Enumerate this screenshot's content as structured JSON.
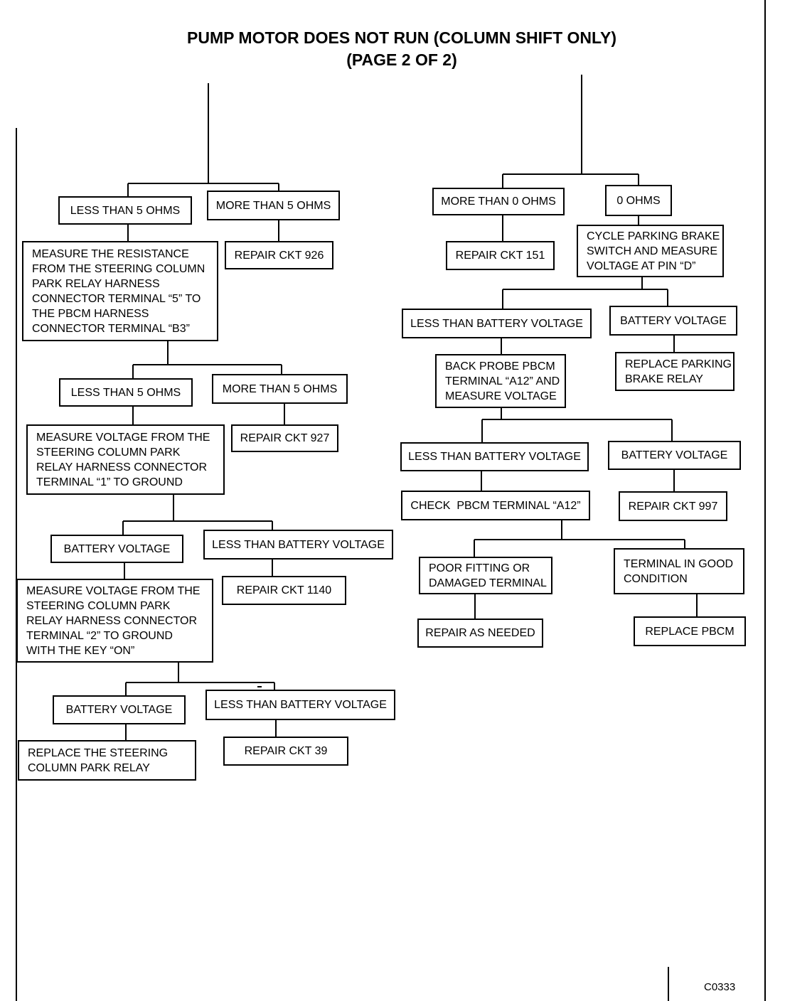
{
  "title": {
    "line1": "PUMP MOTOR DOES NOT RUN (COLUMN SHIFT ONLY)",
    "line2": "(PAGE 2 OF 2)"
  },
  "left": {
    "r1_less": "LESS THAN 5 OHMS",
    "r1_more": "MORE THAN 5 OHMS",
    "measure_res": "MEASURE THE RESISTANCE\nFROM THE STEERING COLUMN\nPARK RELAY HARNESS\nCONNECTOR TERMINAL “5” TO\nTHE PBCM HARNESS\nCONNECTOR TERMINAL “B3”",
    "repair_926": "REPAIR CKT 926",
    "r2_less": "LESS THAN 5 OHMS",
    "r2_more": "MORE THAN 5 OHMS",
    "measure_v1": "MEASURE VOLTAGE FROM THE\nSTEERING COLUMN PARK\nRELAY HARNESS CONNECTOR\nTERMINAL “1” TO GROUND",
    "repair_927": "REPAIR CKT 927",
    "v1_batt": "BATTERY VOLTAGE",
    "v1_less": "LESS THAN BATTERY VOLTAGE",
    "measure_v2": "MEASURE VOLTAGE FROM THE\nSTEERING COLUMN PARK\nRELAY HARNESS CONNECTOR\nTERMINAL “2” TO GROUND\nWITH THE KEY “ON”",
    "repair_1140": "REPAIR CKT 1140",
    "v2_batt": "BATTERY VOLTAGE",
    "v2_less": "LESS THAN BATTERY VOLTAGE",
    "replace_relay": "REPLACE THE STEERING\nCOLUMN PARK RELAY",
    "repair_39": "REPAIR CKT 39"
  },
  "right": {
    "more_0": "MORE THAN 0 OHMS",
    "zero": "0 OHMS",
    "repair_151": "REPAIR CKT 151",
    "cycle": "CYCLE PARKING BRAKE\nSWITCH AND MEASURE\nVOLTAGE AT PIN “D”",
    "c_less": "LESS THAN BATTERY VOLTAGE",
    "c_batt": "BATTERY VOLTAGE",
    "back_probe": "BACK PROBE PBCM\nTERMINAL “A12” AND\nMEASURE VOLTAGE",
    "replace_brake": "REPLACE PARKING\nBRAKE RELAY",
    "b_less": "LESS THAN BATTERY VOLTAGE",
    "b_batt": "BATTERY VOLTAGE",
    "check_a12": "CHECK  PBCM TERMINAL “A12”",
    "repair_997": "REPAIR CKT 997",
    "poor_fit": "POOR FITTING OR\nDAMAGED TERMINAL",
    "good_term": "TERMINAL IN GOOD\nCONDITION",
    "repair_needed": "REPAIR AS NEEDED",
    "replace_pbcm": "REPLACE PBCM"
  },
  "figure_code": "C0333"
}
